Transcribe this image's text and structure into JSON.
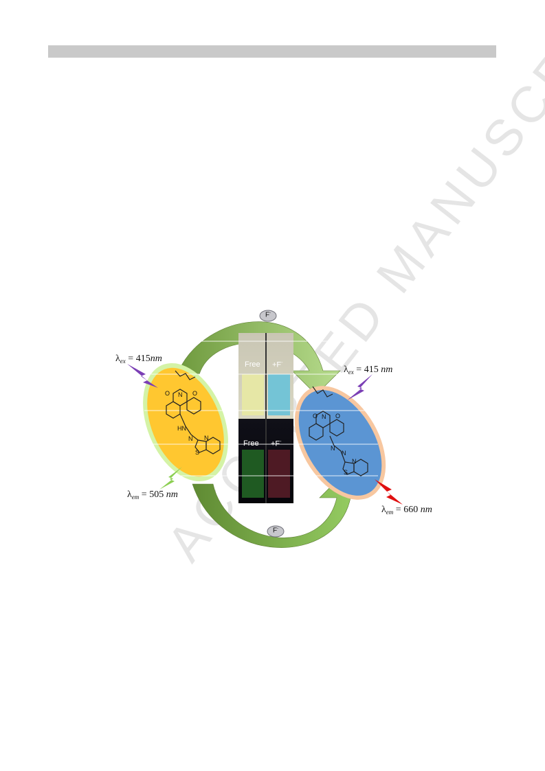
{
  "header": {
    "bar": ""
  },
  "watermark": {
    "text": "ACCEPTED MANUSCRIPT"
  },
  "figure": {
    "left_molecule": {
      "excitation_prefix": "λ",
      "excitation_sub": "ex",
      "excitation_value": " = 415",
      "excitation_unit": "nm",
      "emission_prefix": "λ",
      "emission_sub": "em",
      "emission_value": " = 505 ",
      "emission_unit": "nm",
      "atom_labels": [
        "O",
        "N",
        "O",
        "HN",
        "N",
        "N",
        "S"
      ]
    },
    "right_molecule": {
      "excitation_prefix": "λ",
      "excitation_sub": "ex",
      "excitation_value": " = 415 ",
      "excitation_unit": "nm",
      "emission_prefix": "λ",
      "emission_sub": "em",
      "emission_value": " = 660 ",
      "emission_unit": "nm",
      "atom_labels": [
        "O",
        "N",
        "O",
        "N",
        "N",
        "N",
        "S"
      ]
    },
    "vials": {
      "top_free": "Free",
      "top_f": "+F",
      "bottom_free": "Free",
      "bottom_f": "+F",
      "superscript": "-"
    },
    "bubbles": {
      "top": "F",
      "bottom": "F",
      "superscript": "-"
    },
    "colors": {
      "left_ellipse": "#ffc730",
      "left_glow": "#c8f08a",
      "right_ellipse": "#5b95d3",
      "right_glow": "#f7c7a0",
      "arrow_dark": "#6f9a3e",
      "arrow_light": "#a6d27a",
      "bolt_purple": "#7b3fb5",
      "bolt_green": "#8ccf52",
      "bolt_red": "#e01010"
    }
  }
}
